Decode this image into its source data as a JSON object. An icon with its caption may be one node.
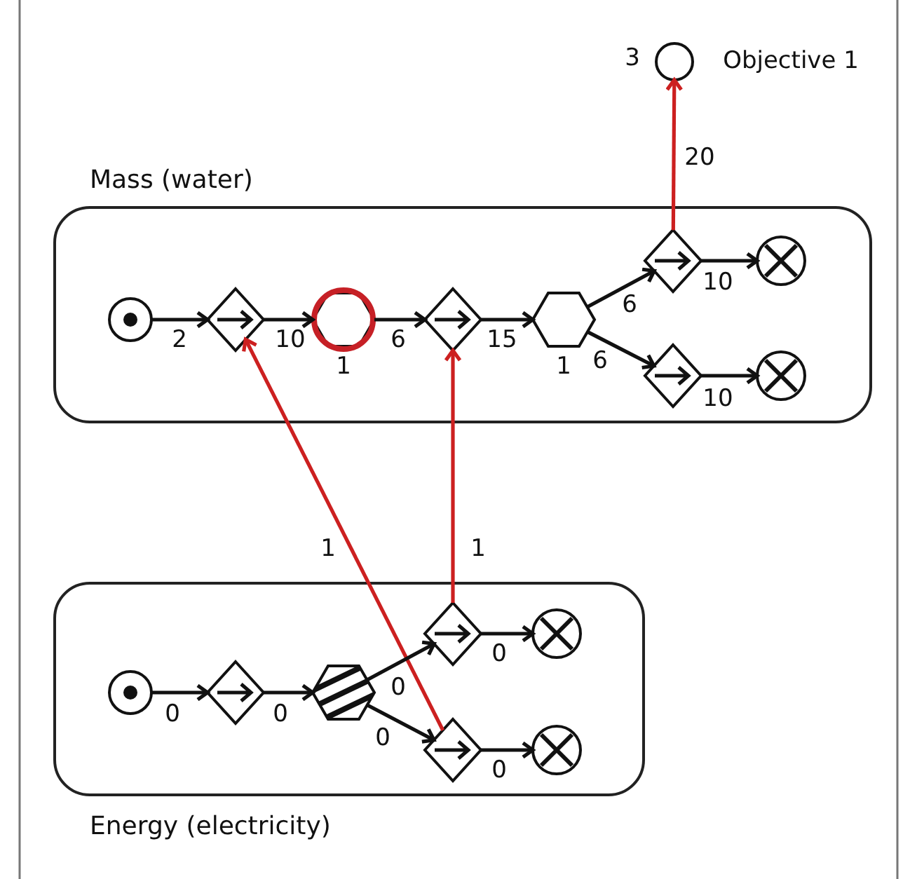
{
  "diagram": {
    "nodes": [
      {
        "text": [
          "Mass (water)"
        ]
      },
      {
        "text": [],
        "shape": "circle",
        "in": 0
      },
      {
        "text": [],
        "shape": "diamond",
        "in": 0
      },
      {
        "text": [],
        "shape": "hexagon",
        "in": 0,
        "beside": [
          "1"
        ]
      },
      {
        "text": [],
        "shape": "diamond",
        "in": 0
      },
      {
        "text": [],
        "shape": "hexagon",
        "in": 0,
        "beside": [
          "1"
        ]
      },
      {
        "text": [],
        "shape": "diamond",
        "in": 0
      },
      {
        "text": [],
        "shape": "circle",
        "in": 0
      },
      {
        "text": [],
        "shape": "diamond",
        "in": 0
      },
      {
        "text": [],
        "shape": "circle",
        "in": 0
      },
      {
        "text": [],
        "shape": "circle",
        "beside": [
          "3",
          "Objective 1"
        ]
      },
      {
        "text": [
          "Energy (electricity)"
        ]
      },
      {
        "text": [],
        "shape": "circle",
        "in": 11
      },
      {
        "text": [],
        "shape": "diamond",
        "in": 11
      },
      {
        "text": [],
        "shape": "hexagon",
        "in": 11
      },
      {
        "text": [],
        "shape": "diamond",
        "in": 11
      },
      {
        "text": [],
        "shape": "circle",
        "in": 11
      },
      {
        "text": [],
        "shape": "diamond",
        "in": 11
      },
      {
        "text": [],
        "shape": "circle",
        "in": 11
      }
    ],
    "edges": [
      {
        "from": 1,
        "to": 2,
        "arrow": "to",
        "label": "2"
      },
      {
        "from": 2,
        "to": 3,
        "arrow": "to",
        "label": "10"
      },
      {
        "from": 3,
        "to": 4,
        "arrow": "to",
        "label": "6"
      },
      {
        "from": 4,
        "to": 5,
        "arrow": "to",
        "label": "15"
      },
      {
        "from": 5,
        "to": 6,
        "arrow": "to",
        "label": "6"
      },
      {
        "from": 5,
        "to": 8,
        "arrow": "to",
        "label": "6"
      },
      {
        "from": 6,
        "to": 7,
        "arrow": "to",
        "label": "10"
      },
      {
        "from": 8,
        "to": 9,
        "arrow": "to",
        "label": "10"
      },
      {
        "from": 6,
        "to": 10,
        "arrow": "to",
        "label": "20",
        "color": "#cc2020"
      },
      {
        "from": 17,
        "to": 2,
        "arrow": "to",
        "label": "1",
        "color": "#cc2020"
      },
      {
        "from": 15,
        "to": 4,
        "arrow": "to",
        "label": "1",
        "color": "#cc2020"
      },
      {
        "from": 12,
        "to": 13,
        "arrow": "to",
        "label": "0"
      },
      {
        "from": 13,
        "to": 14,
        "arrow": "to",
        "label": "0"
      },
      {
        "from": 14,
        "to": 15,
        "arrow": "to",
        "label": "0"
      },
      {
        "from": 14,
        "to": 17,
        "arrow": "to",
        "label": "0"
      },
      {
        "from": 15,
        "to": 16,
        "arrow": "to",
        "label": "0"
      },
      {
        "from": 17,
        "to": 18,
        "arrow": "to",
        "label": "0"
      }
    ]
  }
}
